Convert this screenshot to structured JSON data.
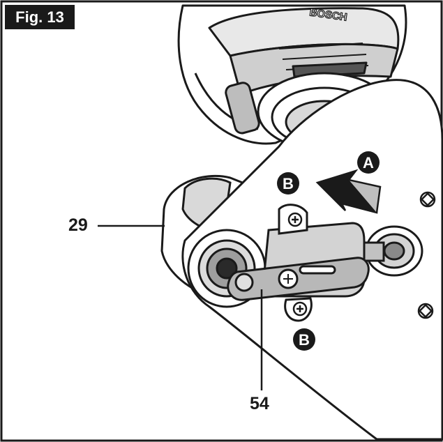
{
  "figure": {
    "label": "Fig. 13",
    "brand": "BOSCH",
    "callouts": {
      "c29": "29",
      "c54": "54"
    },
    "markers": {
      "a": "A",
      "b_top": "B",
      "b_bottom": "B"
    }
  }
}
